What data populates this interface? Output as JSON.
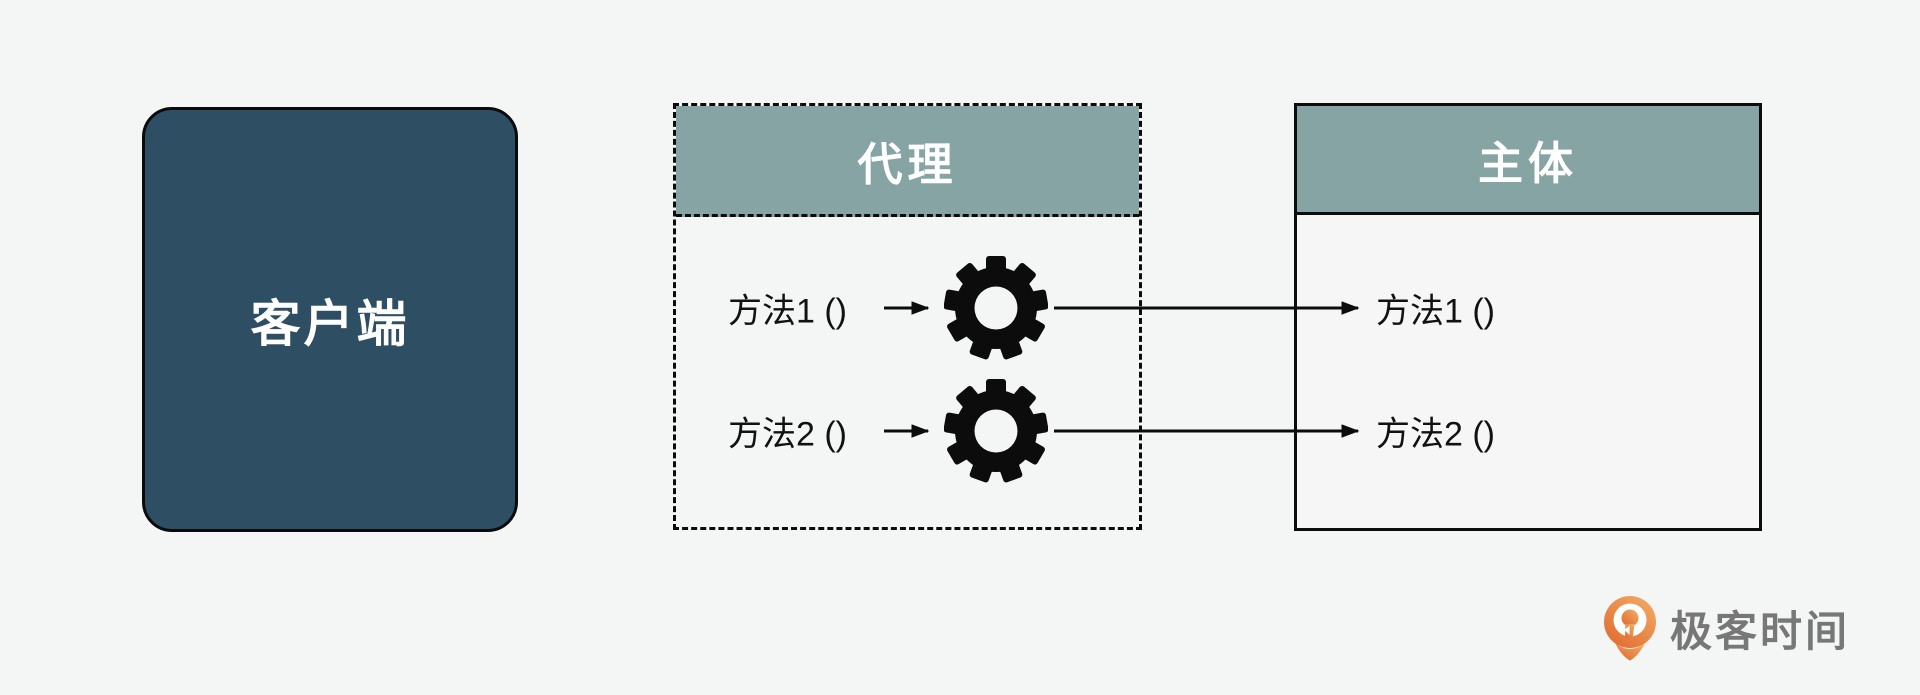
{
  "page": {
    "background_color": "#f4f6f5",
    "line_color": "#0c0c0c"
  },
  "client_box": {
    "label": "客户端",
    "fill_color": "#2e4f63",
    "text_color": "#ffffff"
  },
  "proxy_box": {
    "title": "代理",
    "header_fill_color": "#85a4a3",
    "border_style": "dashed",
    "methods": [
      {
        "label": "方法1 ()"
      },
      {
        "label": "方法2 ()"
      }
    ]
  },
  "subject_box": {
    "title": "主体",
    "header_fill_color": "#85a4a3",
    "border_style": "solid",
    "methods": [
      {
        "label": "方法1 ()"
      },
      {
        "label": "方法2 ()"
      }
    ]
  },
  "icons": {
    "gear": "gear-icon",
    "arrow": "right-arrow",
    "logo_pin": "geektime-pin-icon"
  },
  "branding": {
    "logo_text": "极客时间",
    "logo_orange": "#e8803f",
    "logo_text_color": "#777777"
  }
}
